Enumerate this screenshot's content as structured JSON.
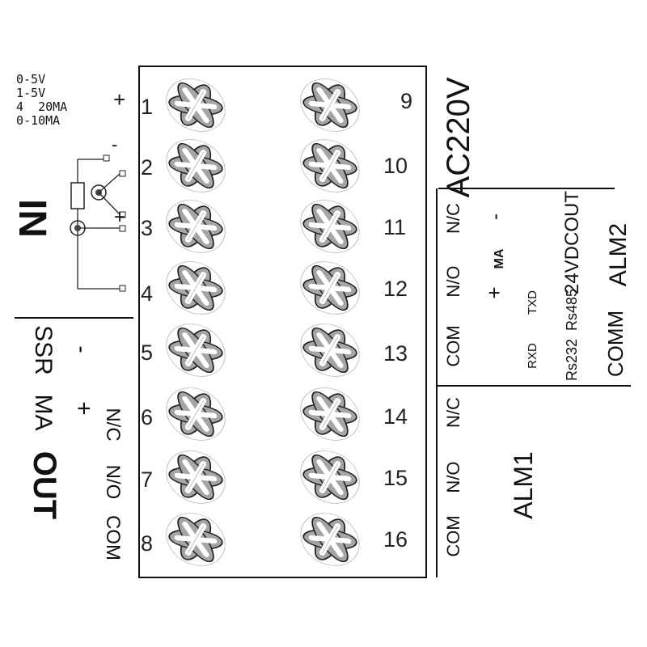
{
  "left": {
    "signal_types": [
      "0-5V",
      "1-5V",
      "4  20MA",
      "0-10MA"
    ],
    "in_label": "IN",
    "plus_top": "+",
    "minus_sensor": "-",
    "plus_sensor": "+",
    "out_minus": "-",
    "out_plus": "+",
    "out_ssr": "SSR",
    "out_ma": "MA",
    "out_label": "OUT",
    "relay_nc": "N/C",
    "relay_no": "N/O",
    "relay_com": "COM"
  },
  "terminals": {
    "left": [
      "1",
      "2",
      "3",
      "4",
      "5",
      "6",
      "7",
      "8"
    ],
    "right": [
      "9",
      "10",
      "11",
      "12",
      "13",
      "14",
      "15",
      "16"
    ]
  },
  "right": {
    "power": "AC220V",
    "alm2_nc": "N/C",
    "alm2_no": "N/O",
    "alm2_com": "COM",
    "ma_minus": "-",
    "ma_plus": "+",
    "ma_label": "MA",
    "out24": "24VDCOUT",
    "alm2_label": "ALM2",
    "txd": "TXD",
    "rxd": "RXD",
    "rs485": "Rs485",
    "rs232": "Rs232",
    "comm": "COMM",
    "alm1_nc": "N/C",
    "alm1_no": "N/O",
    "alm1_com": "COM",
    "alm1_label": "ALM1"
  }
}
